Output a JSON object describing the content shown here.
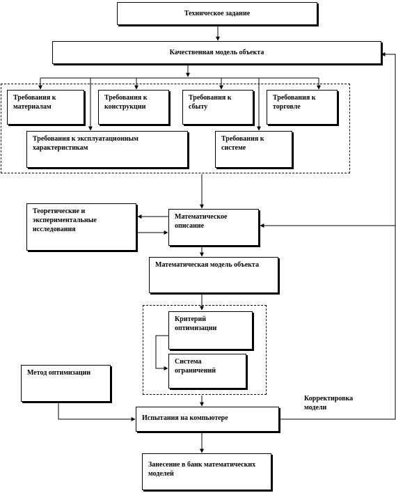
{
  "nodes": {
    "tz": "Техническое задание",
    "kmo": "Качественная модель объекта",
    "req_mat": "Требования к материалам",
    "req_kon": "Требования к конструкции",
    "req_sbyt": "Требования к сбыту",
    "req_torg": "Требования к торговле",
    "req_expl": "Требования к эксплуатационным характеристикам",
    "req_sys": "Требования к системе",
    "teor": "Теоретические и экспериментальные исследования",
    "mat_opis": "Математическое описание",
    "mat_model": "Математическая модель объекта",
    "kriteriy": "Критерий оптимизации",
    "sistema": "Система ограничений",
    "metod": "Метод оптимизации",
    "ispyt": "Испытания на компьютере",
    "zanesenie": "Занесение в банк математических моделей"
  },
  "labels": {
    "korrekt": "Корректировка модели"
  }
}
